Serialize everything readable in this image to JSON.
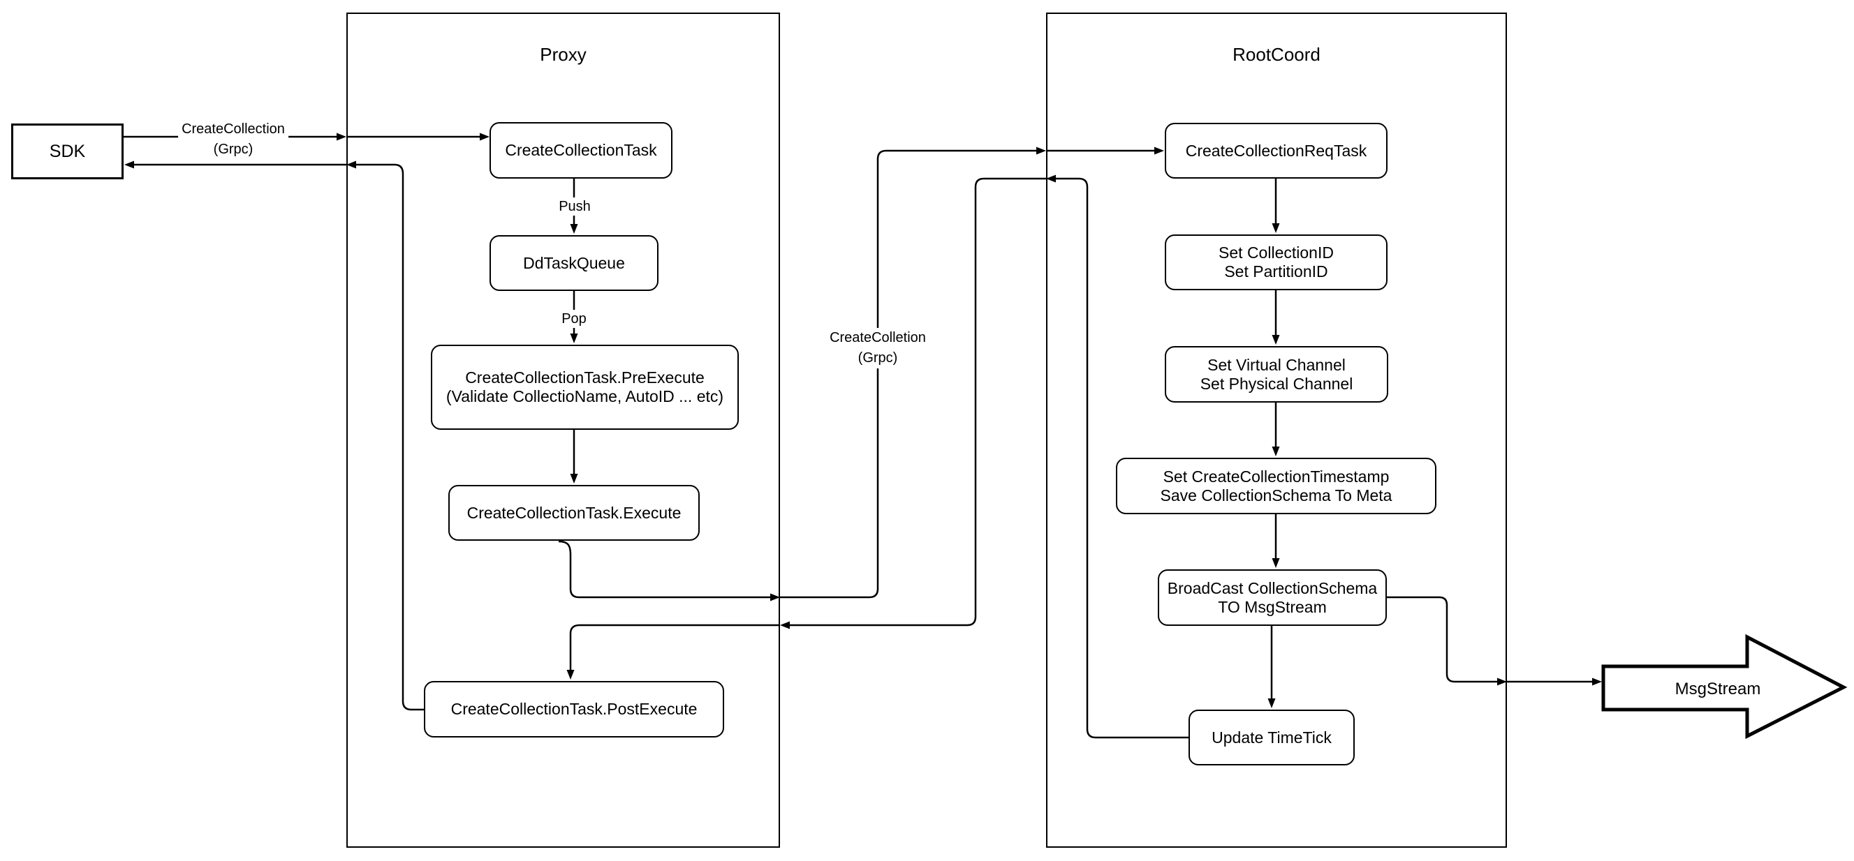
{
  "diagram": {
    "type": "flowchart",
    "background": "#ffffff",
    "stroke_color": "#000000",
    "containers": {
      "proxy": {
        "title": "Proxy"
      },
      "rootcoord": {
        "title": "RootCoord"
      }
    },
    "nodes": {
      "sdk": {
        "label": "SDK"
      },
      "create_collection_task": {
        "label": "CreateCollectionTask"
      },
      "dd_task_queue": {
        "label": "DdTaskQueue"
      },
      "pre_execute": {
        "line1": "CreateCollectionTask.PreExecute",
        "line2": "(Validate CollectioName, AutoID ... etc)"
      },
      "execute": {
        "label": "CreateCollectionTask.Execute"
      },
      "post_execute": {
        "label": "CreateCollectionTask.PostExecute"
      },
      "create_collection_req_task": {
        "label": "CreateCollectionReqTask"
      },
      "set_collection_id": {
        "line1": "Set CollectionID",
        "line2": "Set PartitionID"
      },
      "set_virtual_channel": {
        "line1": "Set Virtual Channel",
        "line2": "Set Physical Channel"
      },
      "set_create_collection_timestamp": {
        "line1": "Set CreateCollectionTimestamp",
        "line2": "Save CollectionSchema To Meta"
      },
      "broadcast_collection_schema": {
        "line1": "BroadCast CollectionSchema",
        "line2": "TO MsgStream"
      },
      "update_timetick": {
        "label": "Update TimeTick"
      },
      "msgstream": {
        "label": "MsgStream"
      }
    },
    "edge_labels": {
      "sdk_to_proxy": {
        "line1": "CreateCollection",
        "line2": "(Grpc)"
      },
      "proxy_to_rootcoord": {
        "line1": "CreateColletion",
        "line2": "(Grpc)"
      },
      "push": "Push",
      "pop": "Pop"
    }
  }
}
